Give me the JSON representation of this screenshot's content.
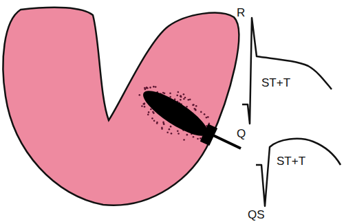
{
  "diagram": {
    "labels": [
      "R",
      "ST+T",
      "Q",
      "ST+T",
      "QS"
    ]
  }
}
